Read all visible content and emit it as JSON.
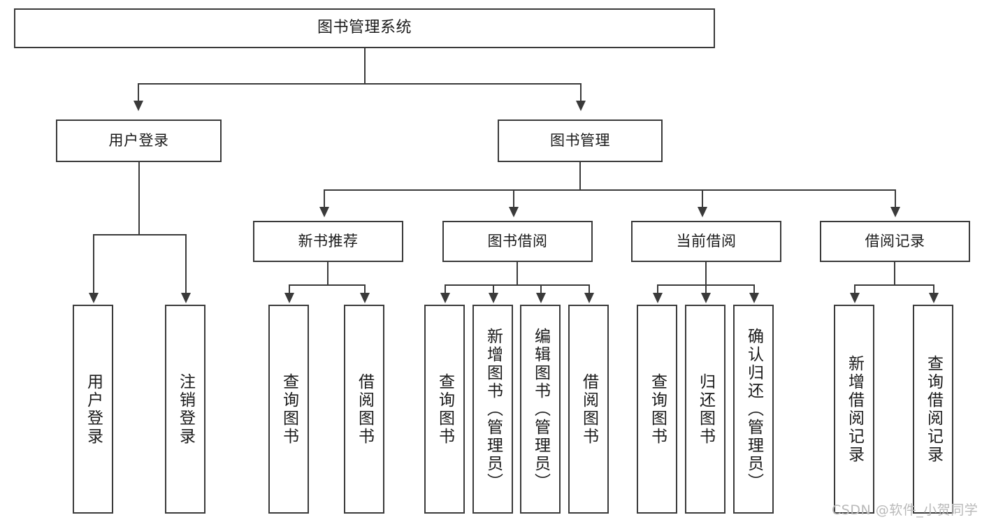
{
  "diagram": {
    "title": "图书管理系统",
    "type": "hierarchy-tree",
    "levels": 4,
    "root": {
      "label": "图书管理系统"
    },
    "level2": [
      {
        "label": "用户登录"
      },
      {
        "label": "图书管理"
      }
    ],
    "level3": [
      {
        "label": "新书推荐"
      },
      {
        "label": "图书借阅"
      },
      {
        "label": "当前借阅"
      },
      {
        "label": "借阅记录"
      }
    ],
    "leaves": {
      "user_login": [
        {
          "label": "用户登录"
        },
        {
          "label": "注销登录"
        }
      ],
      "new_book_recommend": [
        {
          "label": "查询图书"
        },
        {
          "label": "借阅图书"
        }
      ],
      "book_borrow": [
        {
          "label": "查询图书"
        },
        {
          "label": "新增图书（管理员）"
        },
        {
          "label": "编辑图书（管理员）"
        },
        {
          "label": "借阅图书"
        }
      ],
      "current_borrow": [
        {
          "label": "查询图书"
        },
        {
          "label": "归还图书"
        },
        {
          "label": "确认归还（管理员）"
        }
      ],
      "borrow_record": [
        {
          "label": "新增借阅记录"
        },
        {
          "label": "查询借阅记录"
        }
      ]
    }
  },
  "watermark": {
    "text": "CSDN @软件_小贺同学"
  },
  "colors": {
    "stroke": "#3a3a3a",
    "fill": "#ffffff",
    "text": "#1a1a1a",
    "watermark": "#b9b9b9"
  }
}
